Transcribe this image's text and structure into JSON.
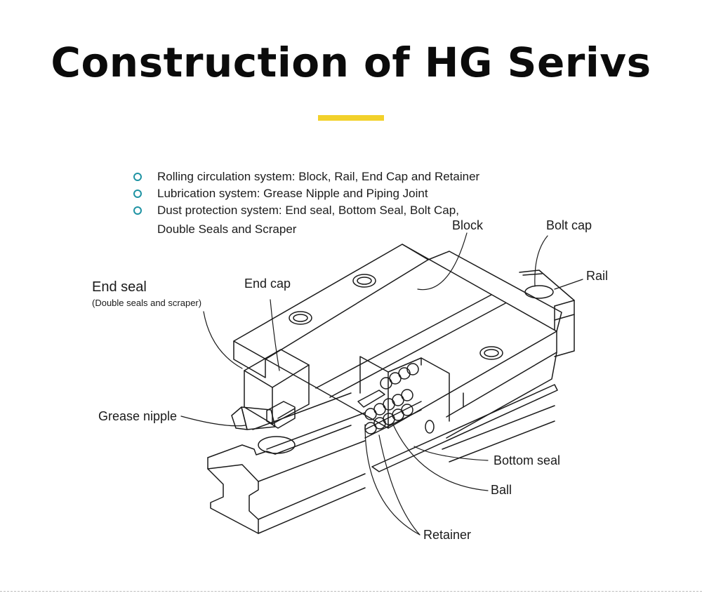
{
  "title": "Construction of HG Serivs",
  "colors": {
    "accent_bar": "#f2d12b",
    "bullet": "#1f93a3",
    "line": "#1a1a1a"
  },
  "bullets": [
    {
      "text": "Rolling circulation system: Block, Rail, End Cap and Retainer"
    },
    {
      "text": "Lubrication system: Grease Nipple and Piping Joint"
    },
    {
      "text": "Dust protection system: End seal, Bottom Seal, Bolt Cap,",
      "continuation": "Double Seals and Scraper"
    }
  ],
  "labels": {
    "block": "Block",
    "bolt_cap": "Bolt cap",
    "rail": "Rail",
    "end_seal": "End seal",
    "end_seal_note": "(Double seals and scraper)",
    "end_cap": "End cap",
    "grease_nipple": "Grease nipple",
    "bottom_seal": "Bottom seal",
    "ball": "Ball",
    "retainer": "Retainer"
  }
}
